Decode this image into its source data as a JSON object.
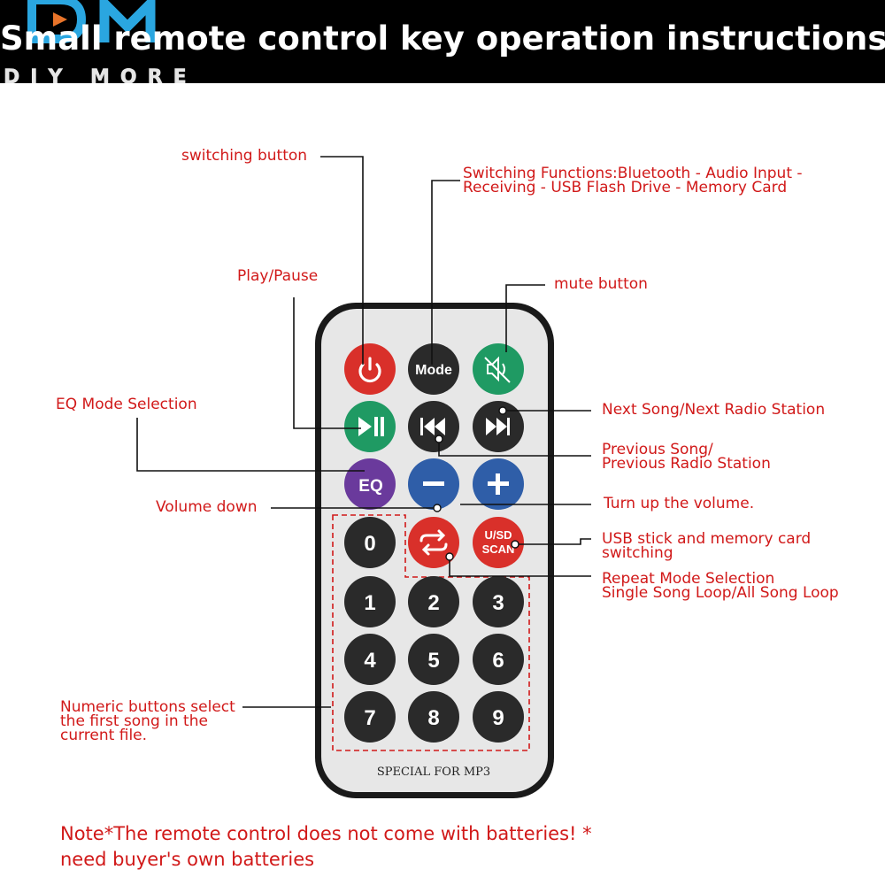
{
  "header": {
    "title": "Small remote control key operation instructions",
    "logo_text": "DM",
    "logo_subtext": "DIY MORE"
  },
  "remote": {
    "footer_text": "SPECIAL FOR MP3",
    "buttons": {
      "mode": "Mode",
      "eq": "EQ",
      "usb_sd_line1": "U/SD",
      "usb_sd_line2": "SCAN",
      "numbers": [
        "0",
        "1",
        "2",
        "3",
        "4",
        "5",
        "6",
        "7",
        "8",
        "9"
      ]
    }
  },
  "labels": {
    "switching": "switching button",
    "functions_line1": "Switching Functions:Bluetooth - Audio Input -",
    "functions_line2": "Receiving - USB Flash Drive - Memory Card",
    "play_pause": "Play/Pause",
    "mute": "mute button",
    "eq_mode": "EQ Mode Selection",
    "next_song": "Next Song/Next Radio Station",
    "prev_line1": "Previous Song/",
    "prev_line2": "Previous Radio Station",
    "volume_down": "Volume down",
    "volume_up": "Turn up the volume.",
    "usb_line1": "USB stick and memory card",
    "usb_line2": "switching",
    "repeat_line1": "Repeat Mode Selection",
    "repeat_line2": "Single Song Loop/All Song Loop",
    "numeric_line1": "Numeric buttons select",
    "numeric_line2": "the first song in the",
    "numeric_line3": "current file."
  },
  "note": {
    "line1": "Note*The remote control does not come with batteries! *",
    "line2": "need buyer's own batteries"
  },
  "colors": {
    "label_red": "#d11919",
    "power_red": "#d9302a",
    "green": "#1f9a63",
    "purple": "#6a3a9c",
    "blue": "#2f5ea8",
    "dark": "#2a2a2a",
    "remote_body": "#e7e7e7"
  },
  "icons": [
    "power-icon",
    "mute-icon",
    "play-pause-icon",
    "previous-icon",
    "next-icon",
    "minus-icon",
    "plus-icon",
    "repeat-icon"
  ]
}
